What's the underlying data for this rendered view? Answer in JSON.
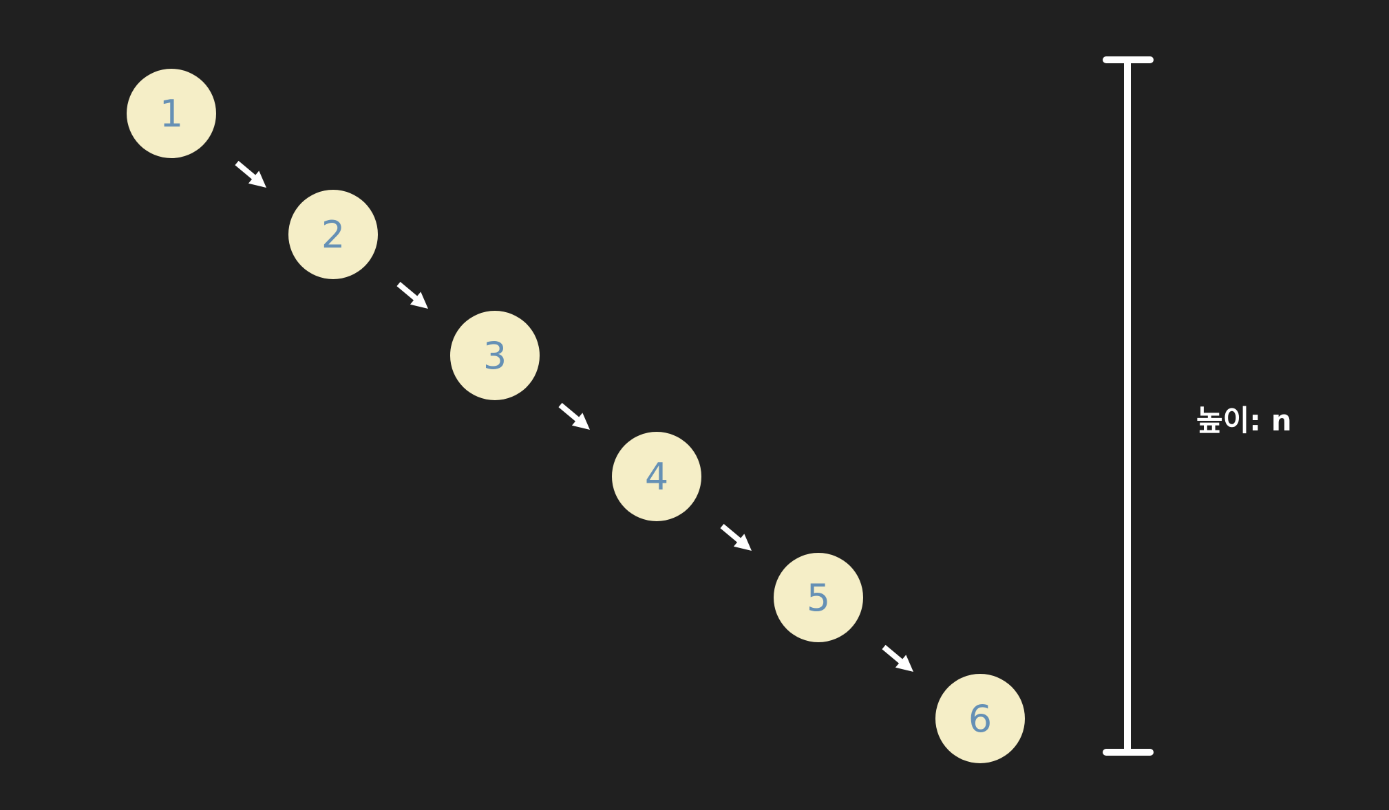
{
  "colors": {
    "background": "#202020",
    "node_fill": "#f5eec7",
    "node_text": "#6590b5",
    "line": "#ffffff"
  },
  "nodes": [
    {
      "label": "1"
    },
    {
      "label": "2"
    },
    {
      "label": "3"
    },
    {
      "label": "4"
    },
    {
      "label": "5"
    },
    {
      "label": "6"
    }
  ],
  "edges": [
    {
      "from": "1",
      "to": "2",
      "icon": "arrow-down-right-icon"
    },
    {
      "from": "2",
      "to": "3",
      "icon": "arrow-down-right-icon"
    },
    {
      "from": "3",
      "to": "4",
      "icon": "arrow-down-right-icon"
    },
    {
      "from": "4",
      "to": "5",
      "icon": "arrow-down-right-icon"
    },
    {
      "from": "5",
      "to": "6",
      "icon": "arrow-down-right-icon"
    }
  ],
  "height_indicator": {
    "label": "높이: n"
  }
}
